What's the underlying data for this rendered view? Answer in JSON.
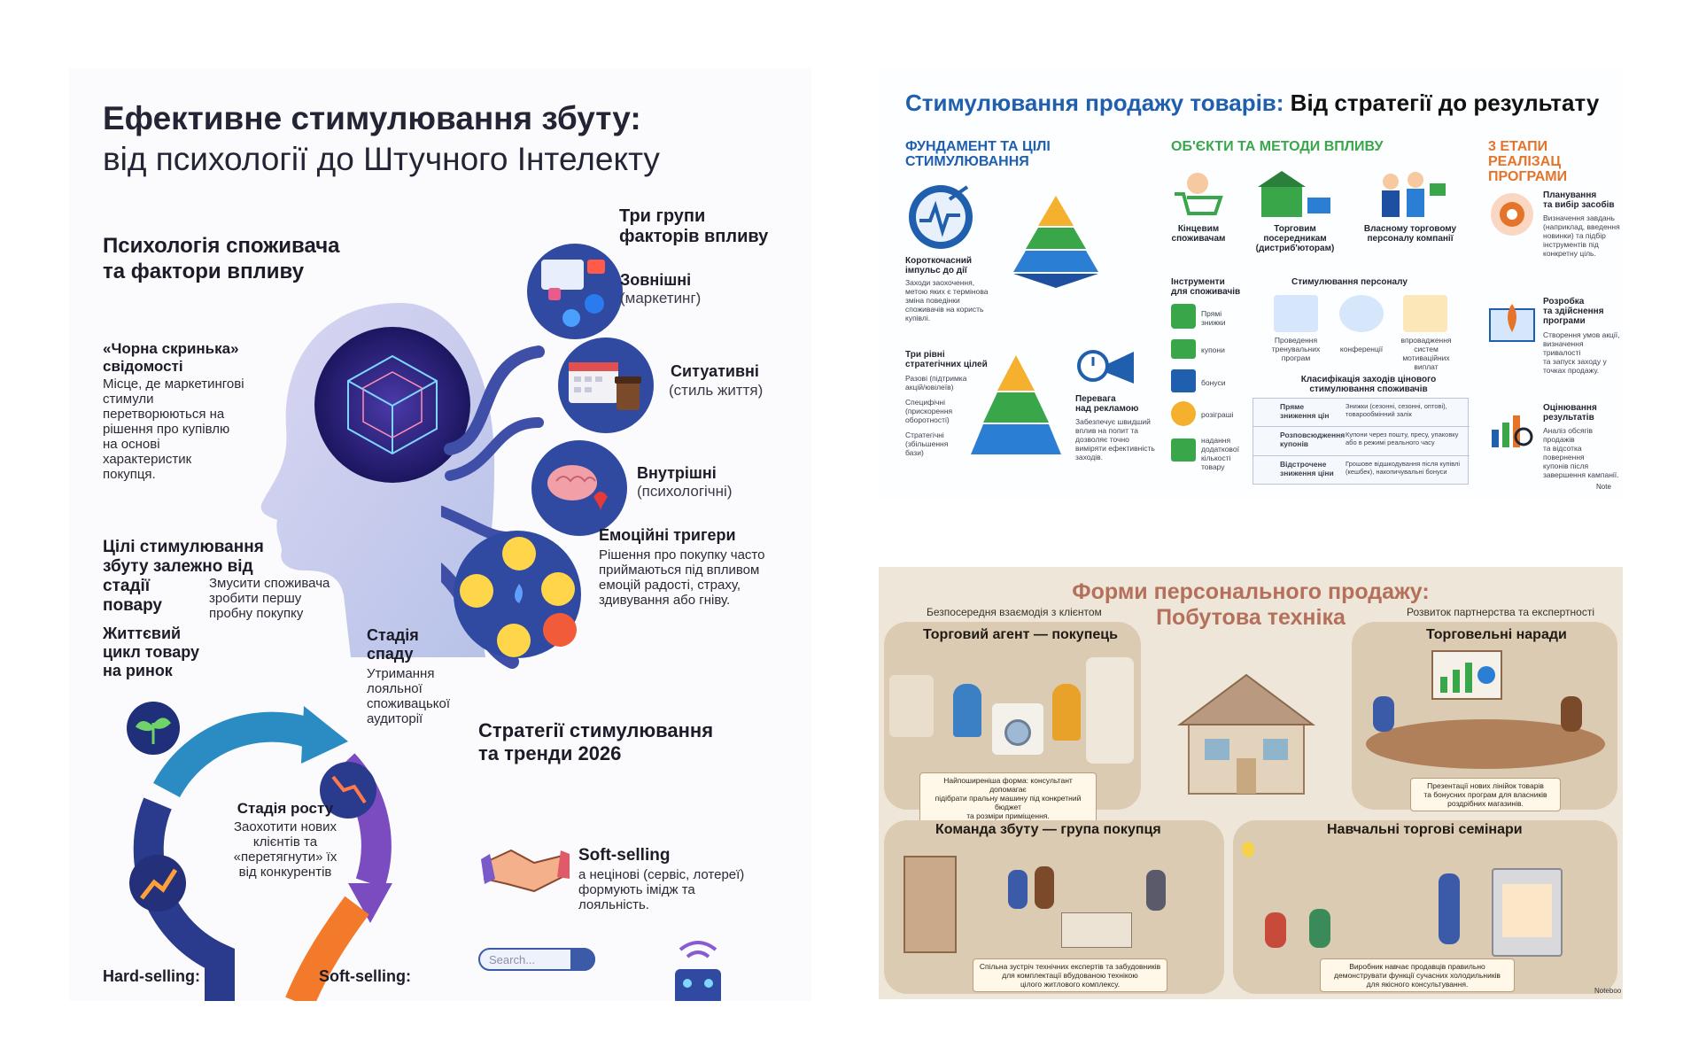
{
  "panel1": {
    "title_line1": "Ефективне стимулювання збуту:",
    "title_line2": "від психології до Штучного Інтелекту",
    "section_psych": "Психологія споживача\nта фактори впливу",
    "black_box_title": "«Чорна скринька»\nсвідомості",
    "black_box_text": "Місце, де маркетингові\nстимули\nперетворюються на\nрішення про купівлю\nна основі\nхарактеристик\nпокупця.",
    "three_groups": "Три групи\nфакторів впливу",
    "external_title": "Зовнішні",
    "external_sub": "(маркетинг)",
    "situational_title": "Ситуативні",
    "situational_sub": "(стиль життя)",
    "internal_title": "Внутрішні",
    "internal_sub": "(психологічні)",
    "emotional_title": "Емоційні тригери",
    "emotional_text": "Рішення про покупку часто\nприймаються під впливом\nемоцій радості, страху,\nздивування або гніву.",
    "goals_title": "Цілі стимулювання\nзбуту залежно від\nстадії\nповару",
    "goals_text": "Змусити споживача\nзробити першу\nпробну покупку",
    "lifecycle_title": "Життєвий\nцикл товару\nна ринок",
    "decline_title": "Стадія\nспаду",
    "decline_text": "Утримання\nлояльної\nспоживацької\nаудиторії",
    "growth_title": "Стадія росту",
    "growth_text": "Заохотити нових\nклієнтів та\n«перетягнути» їх\nвід конкурентів",
    "strategies_title": "Стратегії стимулювання\nта тренди 2026",
    "softselling_title": "Soft-selling",
    "softselling_text": "а нецінові (сервіс, лотереї)\nформують імідж та\nлояльність.",
    "hardselling_bottom": "Hard-selling:",
    "softselling_bottom": "Soft-selling:",
    "search_placeholder": "Search..."
  },
  "panel2": {
    "title_blue": "Стимулювання продажу товарів:",
    "title_black": " Від стратегії до результату",
    "col1_header": "ФУНДАМЕНТ ТА ЦІЛІ\nСТИМУЛЮВАННЯ",
    "col2_header": "ОБ'ЄКТИ ТА МЕТОДИ ВПЛИВУ",
    "col3_header": "3 ЕТАПИ РЕАЛІЗАЦ\nПРОГРАМИ",
    "impulse_title": "Короткочасний\nімпульс до дії",
    "impulse_text": "Заходи заохочення,\nметою яких є термінова\nзміна поведінки\nспоживачів на користь\nкупівлі.",
    "levels_title": "Три рівні\nстратегічних цілей",
    "level_one": "Разові (підтримка\nакцій/ювілеїв)",
    "level_two": "Специфічні\n(прискорення\nоборотності)",
    "level_three": "Стратегічні\n(збільшення\nбази)",
    "advantage_title": "Перевага\nнад рекламою",
    "advantage_text": "Забезпечує швидший\nвплив на попит та\nдозволяє точно\nвиміряти ефективність\nзаходів.",
    "obj_consumers": "Кінцевим\nспоживачам",
    "obj_intermediaries": "Торговим\nпосередникам\n(дистриб'юторам)",
    "obj_staff": "Власному торговому\nперсоналу компанії",
    "tools_title": "Інструменти\nдля споживачів",
    "tool_discounts": "Прямі\nзнижки",
    "tool_coupons": "купони",
    "tool_bonuses": "бонуси",
    "tool_lotteries": "розіграші",
    "tool_extra": "надання\nдодаткової\nкількості\nтовару",
    "staff_title": "Стимулювання персоналу",
    "staff_trainings": "Проведення\nтренувальних\nпрограм",
    "staff_conferences": "конференції",
    "staff_systems": "впровадження\nсистем\nмотиваційних\nвиплат",
    "classif_title": "Класифікація заходів цінового\nстимулювання споживачів",
    "classif_rows": [
      {
        "name": "Пряме\nзниження цін",
        "desc": "Знижки (сезонні, сезонні, оптові),\nтоварообмінний залік"
      },
      {
        "name": "Розповсюдження\nкупонів",
        "desc": "Купони через пошту, пресу, упаковку\nабо в режимі реального часу"
      },
      {
        "name": "Відстрочене\nзниження ціни",
        "desc": "Грошове відшкодування після купівлі\n(кешбек), накопичувальні бонуси"
      }
    ],
    "stage1_title": "Планування\nта вибір засобів",
    "stage1_text": "Визначення завдань\n(наприклад, введення\nновинки) та підбір\nінструментів під\nконкретну ціль.",
    "stage2_title": "Розробка\nта здійснення\nпрограми",
    "stage2_text": "Створення умов акції,\nвизначення тривалості\nта запуск заходу у\nточках продажу.",
    "stage3_title": "Оцінювання\nрезультатів",
    "stage3_text": "Аналіз обсягів продажів\nта відсотка повернення\nкупонів після\nзавершення кампанії.",
    "footer": "Note"
  },
  "panel3": {
    "title_line1": "Форми персонального продажу:",
    "title_line2": "Побутова техніка",
    "left_sub": "Безпосередня взаємодія з клієнтом",
    "right_sub": "Розвиток партнерства та експертності",
    "q1_title": "Торговий агент — покупець",
    "q1_caption": "Найпоширеніша форма: консультант допомагає\nпідібрати пральну машину під конкретний бюджет\nта розміри приміщення.",
    "q2_title": "Торговельні наради",
    "q2_caption": "Презентації нових лінійок товарів\nта бонусних програм для власників\nроздрібних магазинів.",
    "q3_title": "Команда збуту — група покупця",
    "q3_caption": "Спільна зустріч технічних експертів та забудовників\nдля комплектації вбудованою технікою\nцілого житлового комплексу.",
    "q4_title": "Навчальні торгові семінари",
    "q4_caption": "Виробник навчає продавців правильно\nдемонструвати функції сучасних холодильників\nдля якісного консультування.",
    "footer": "Noteboo"
  },
  "colors": {
    "blue_title": "#1f5fae",
    "green_header": "#3aa64a",
    "orange_header": "#e5742a",
    "brown_title": "#b4705a",
    "dark_text": "#1c1c28"
  }
}
